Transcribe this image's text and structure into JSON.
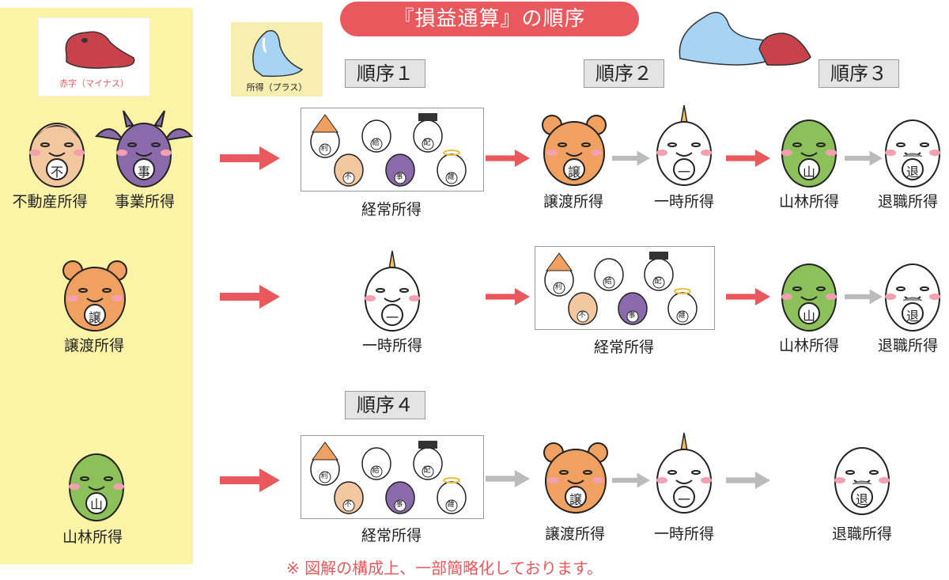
{
  "title": "『損益通算』の順序",
  "legend": {
    "minus_label": "赤字（マイナス）",
    "plus_label": "所得（プラス）"
  },
  "orders": {
    "o1": "順序１",
    "o2": "順序２",
    "o3": "順序３",
    "o4": "順序４"
  },
  "sidebar_labels": {
    "fudosan": "不動産所得",
    "jigyo": "事業所得",
    "joto": "譲渡所得",
    "sanrin": "山林所得"
  },
  "labels": {
    "keijo": "経常所得",
    "joto": "譲渡所得",
    "ichiji": "一時所得",
    "sanrin": "山林所得",
    "taishoku": "退職所得"
  },
  "kanji": {
    "fu": "不",
    "ji": "事",
    "jo": "譲",
    "ichi": "一",
    "yama": "山",
    "tai": "退",
    "ri": "利",
    "kyu": "給",
    "hai": "配",
    "zatsu": "雑"
  },
  "note": "※ 図解の構成上、一部簡略化しております。",
  "colors": {
    "accent": "#e8585c",
    "sidebar": "#fbf3a6",
    "arrow_red": "#e8585c",
    "arrow_gray": "#bbbbbb",
    "bear": "#f0a060",
    "green": "#8cc05a",
    "purple": "#8a6aaa",
    "tan": "#f3c8a0"
  }
}
